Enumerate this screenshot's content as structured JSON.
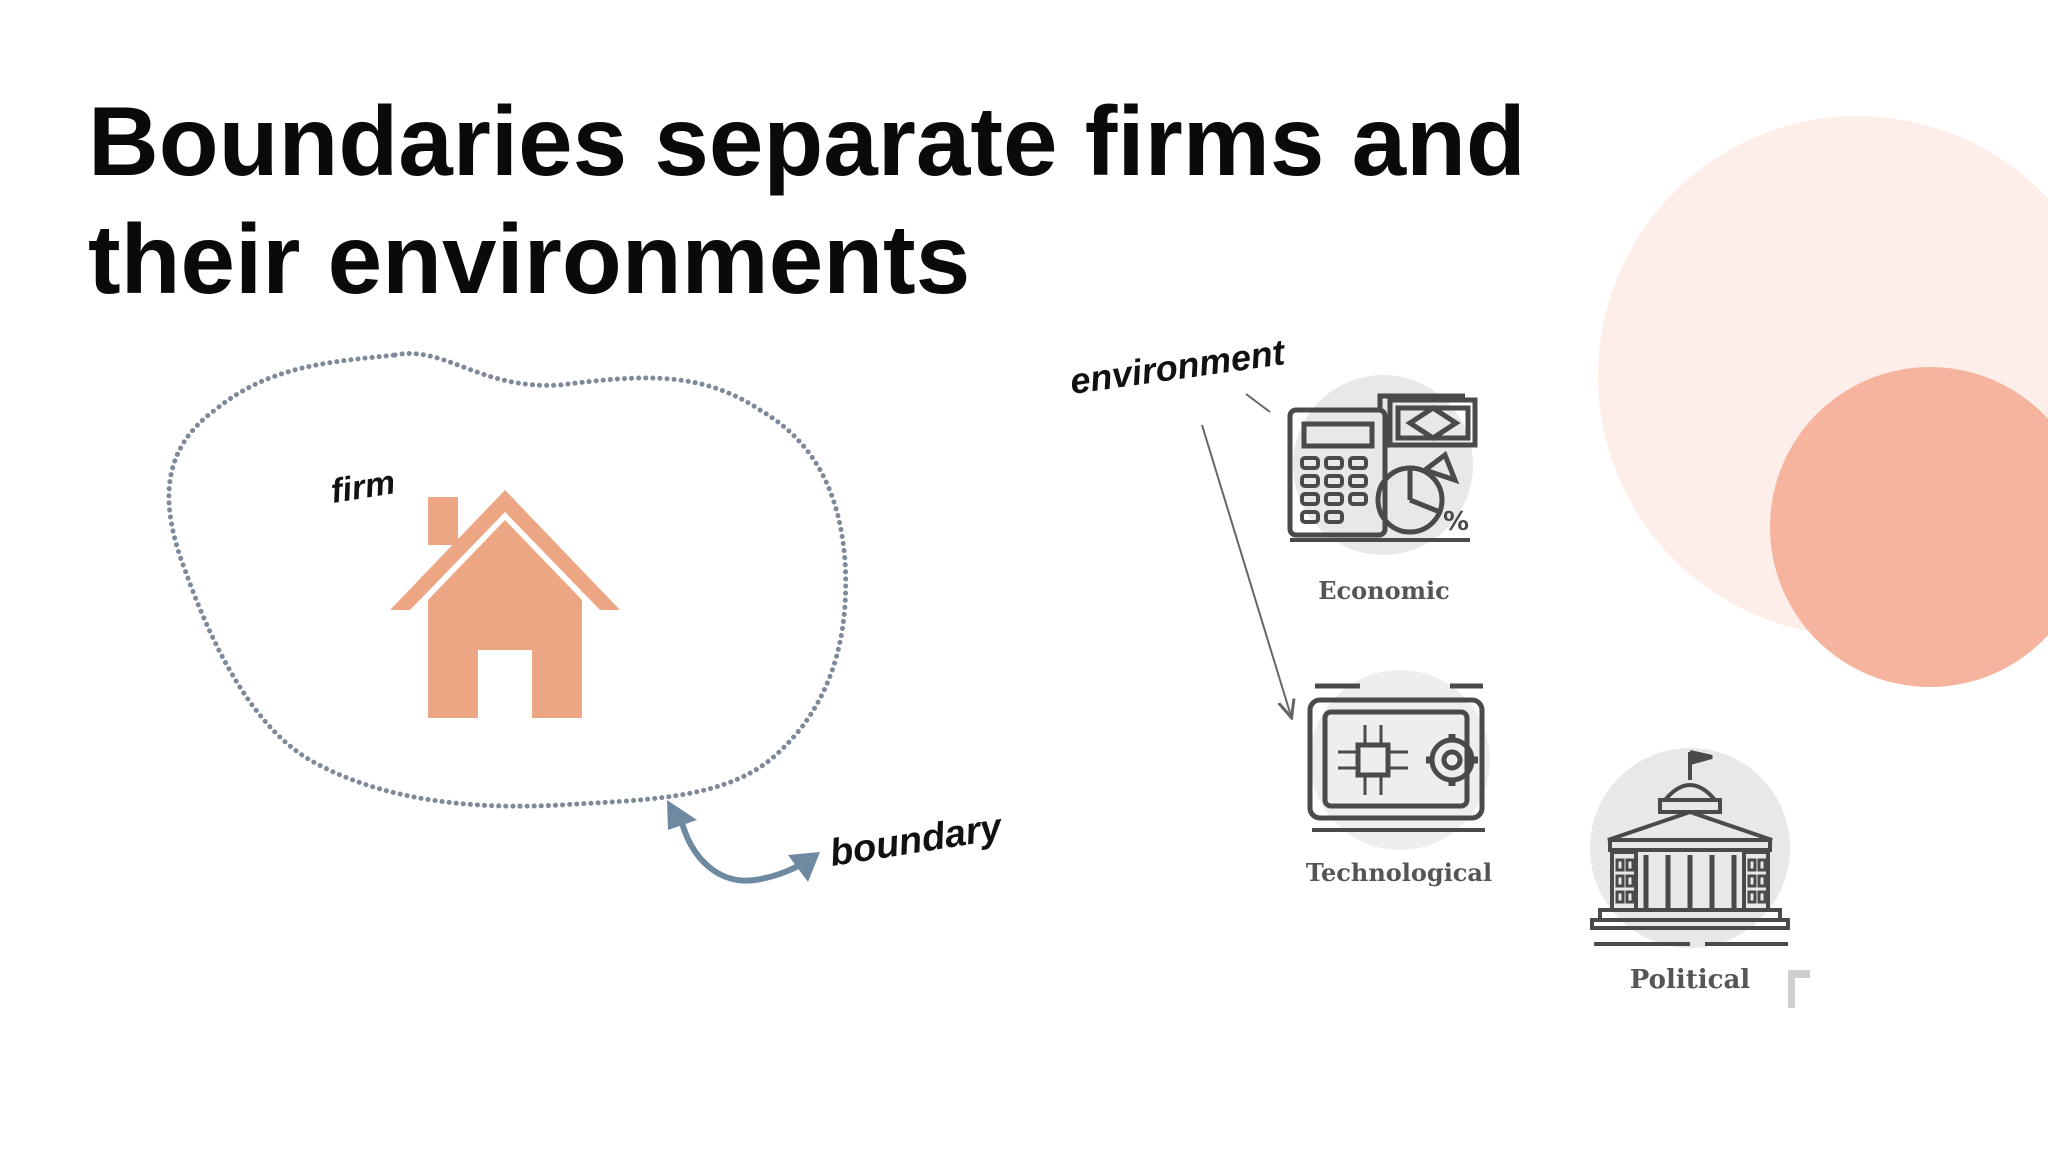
{
  "slide": {
    "title_line1": "Boundaries separate firms and",
    "title_line2": "their environments"
  },
  "diagram": {
    "firm_label": "firm",
    "boundary_label": "boundary",
    "environment_label": "environment",
    "factors": [
      {
        "label": "Economic",
        "icon": "calculator-money-chart-icon"
      },
      {
        "label": "Technological",
        "icon": "circuit-chip-gear-icon"
      },
      {
        "label": "Political",
        "icon": "government-building-icon"
      }
    ]
  },
  "colors": {
    "house": "#eda683",
    "boundary_dots": "#7e8a9a",
    "arrow": "#6f8aa0",
    "deco_light": "#fdeee9",
    "deco_salmon": "#f6b39d",
    "icon_stroke": "#4a4a4a",
    "icon_bg": "#e6e6e6"
  }
}
